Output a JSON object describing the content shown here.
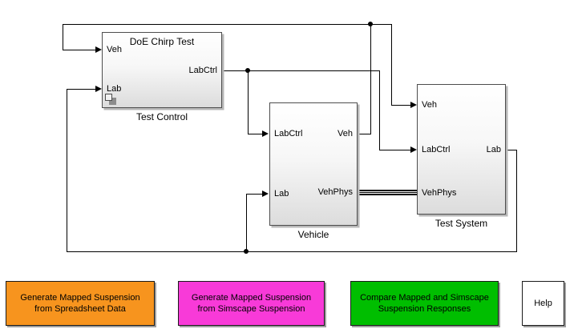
{
  "diagram": {
    "wire_color": "#000000",
    "blocks": {
      "test_control": {
        "title": "DoE Chirp Test",
        "caption": "Test Control",
        "ports": {
          "veh_in": "Veh",
          "lab_in": "Lab",
          "labctrl_out": "LabCtrl"
        }
      },
      "vehicle": {
        "caption": "Vehicle",
        "ports": {
          "labctrl_in": "LabCtrl",
          "lab_in": "Lab",
          "veh_out": "Veh",
          "vehphys_out": "VehPhys"
        }
      },
      "test_system": {
        "caption": "Test System",
        "ports": {
          "veh_in": "Veh",
          "labctrl_in": "LabCtrl",
          "vehphys_in": "VehPhys",
          "lab_out": "Lab"
        }
      }
    }
  },
  "buttons": {
    "spreadsheet": {
      "label": "Generate Mapped Suspension from Spreadsheet Data",
      "color": "#F7941E",
      "text_color": "#000000"
    },
    "simscape": {
      "label": "Generate Mapped Suspension from Simscape Suspension",
      "color": "#F83AD8",
      "text_color": "#000000"
    },
    "compare": {
      "label": "Compare Mapped and Simscape Suspension Responses",
      "color": "#00BE00",
      "text_color": "#000000"
    },
    "help": {
      "label": "Help",
      "color": "#FFFFFF",
      "text_color": "#000000"
    }
  }
}
